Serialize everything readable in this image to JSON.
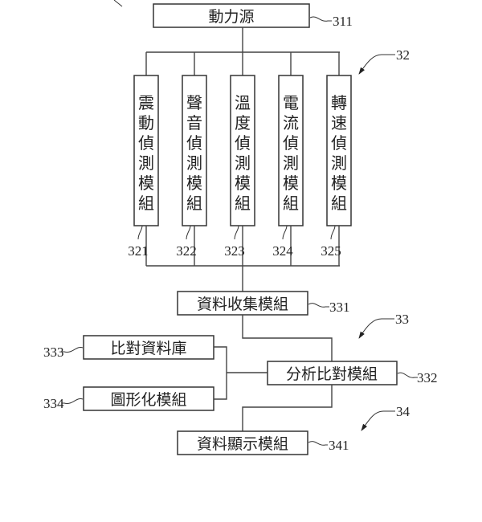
{
  "diagram": {
    "power_source": {
      "label": "動力源",
      "ref": "311"
    },
    "sensor_group_ref": "32",
    "sensors": [
      {
        "label": "震動偵測模組",
        "ref": "321"
      },
      {
        "label": "聲音偵測模組",
        "ref": "322"
      },
      {
        "label": "溫度偵測模組",
        "ref": "323"
      },
      {
        "label": "電流偵測模組",
        "ref": "324"
      },
      {
        "label": "轉速偵測模組",
        "ref": "325"
      }
    ],
    "analysis_group_ref": "33",
    "data_collection": {
      "label": "資料收集模組",
      "ref": "331"
    },
    "analysis_compare": {
      "label": "分析比對模組",
      "ref": "332"
    },
    "compare_database": {
      "label": "比對資料庫",
      "ref": "333"
    },
    "graphing_module": {
      "label": "圖形化模組",
      "ref": "334"
    },
    "display_group_ref": "34",
    "data_display": {
      "label": "資料顯示模組",
      "ref": "341"
    }
  }
}
